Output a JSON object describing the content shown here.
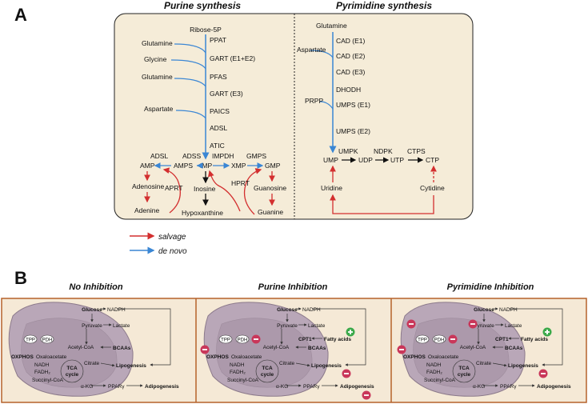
{
  "panel_a": {
    "letter": "A",
    "purine_title": "Purine synthesis",
    "pyrimidine_title": "Pyrimidine synthesis",
    "purine": {
      "ribose": "Ribose-5P",
      "ppat": "PPAT",
      "glutamine1": "Glutamine",
      "gart1": "GART (E1+E2)",
      "glycine": "Glycine",
      "glutamine2": "Glutamine",
      "pfas": "PFAS",
      "gart3": "GART (E3)",
      "aspartate": "Aspartate",
      "paics": "PAICS",
      "adsl_main": "ADSL",
      "atic": "ATIC",
      "adsl_left": "ADSL",
      "adss": "ADSS",
      "impdh": "IMPDH",
      "gmps": "GMPS",
      "amp": "AMP",
      "amps": "AMPS",
      "imp": "IMP",
      "xmp": "XMP",
      "gmp": "GMP",
      "adenosine": "Adenosine",
      "aprt": "APRT",
      "adenine": "Adenine",
      "inosine": "Inosine",
      "hypoxanthine": "Hypoxanthine",
      "hprt": "HPRT",
      "guanosine": "Guanosine",
      "guanine": "Guanine"
    },
    "pyrimidine": {
      "glutamine": "Glutamine",
      "cad1": "CAD (E1)",
      "aspartate": "Aspartate",
      "cad2": "CAD (E2)",
      "cad3": "CAD (E3)",
      "dhodh": "DHODH",
      "prpp": "PRPP",
      "umps1": "UMPS (E1)",
      "umps2": "UMPS (E2)",
      "umpk": "UMPK",
      "ndpk": "NDPK",
      "ctps": "CTPS",
      "ump": "UMP",
      "udp": "UDP",
      "utp": "UTP",
      "ctp": "CTP",
      "uridine": "Uridine",
      "cytidine": "Cytidine"
    },
    "legend": {
      "salvage": "salvage",
      "denovo": "de novo",
      "salvage_color": "#d32f2f",
      "denovo_color": "#3a86d4"
    }
  },
  "panel_b": {
    "letter": "B",
    "titles": [
      "No Inhibition",
      "Purine Inhibition",
      "Pyrimidine Inhibition"
    ],
    "labels": {
      "glucose": "Glucose",
      "nadph": "NADPH",
      "pyruvate": "Pyruvate",
      "lactate": "Lactate",
      "tpp": "TPP",
      "pdh": "PDH",
      "acetyl_coa": "Acetyl-CoA",
      "bcaas": "BCAAs",
      "cpt1": "CPT1",
      "fatty_acids": "Fatty acids",
      "oxphos": "OXPHOS",
      "oxaloacetate": "Oxaloacetate",
      "nadh": "NADH",
      "fadh2": "FADH₂",
      "tca": "TCA",
      "cycle": "cycle",
      "citrate": "Citrate",
      "lipogenesis": "Lipogenesis",
      "succinyl_coa": "Succinyl-CoA",
      "akg": "α-KG",
      "ppar": "PPARγ",
      "adipogenesis": "Adipogenesis"
    },
    "colors": {
      "panel_fill": "#f5e9d6",
      "panel_border": "#b5622a",
      "mito_fill": "#b9a7b8",
      "inhibit": "#c9375a",
      "activate": "#3ba94a"
    }
  }
}
